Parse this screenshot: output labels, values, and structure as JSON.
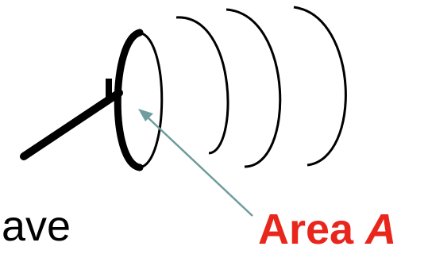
{
  "labels": {
    "wave_text": "ave",
    "area_word": "Area ",
    "area_symbol": "A"
  },
  "colors": {
    "stroke": "#000000",
    "wave_text": "#000000",
    "area_label": "#e8261c",
    "arrow": "#6f9c9c"
  }
}
